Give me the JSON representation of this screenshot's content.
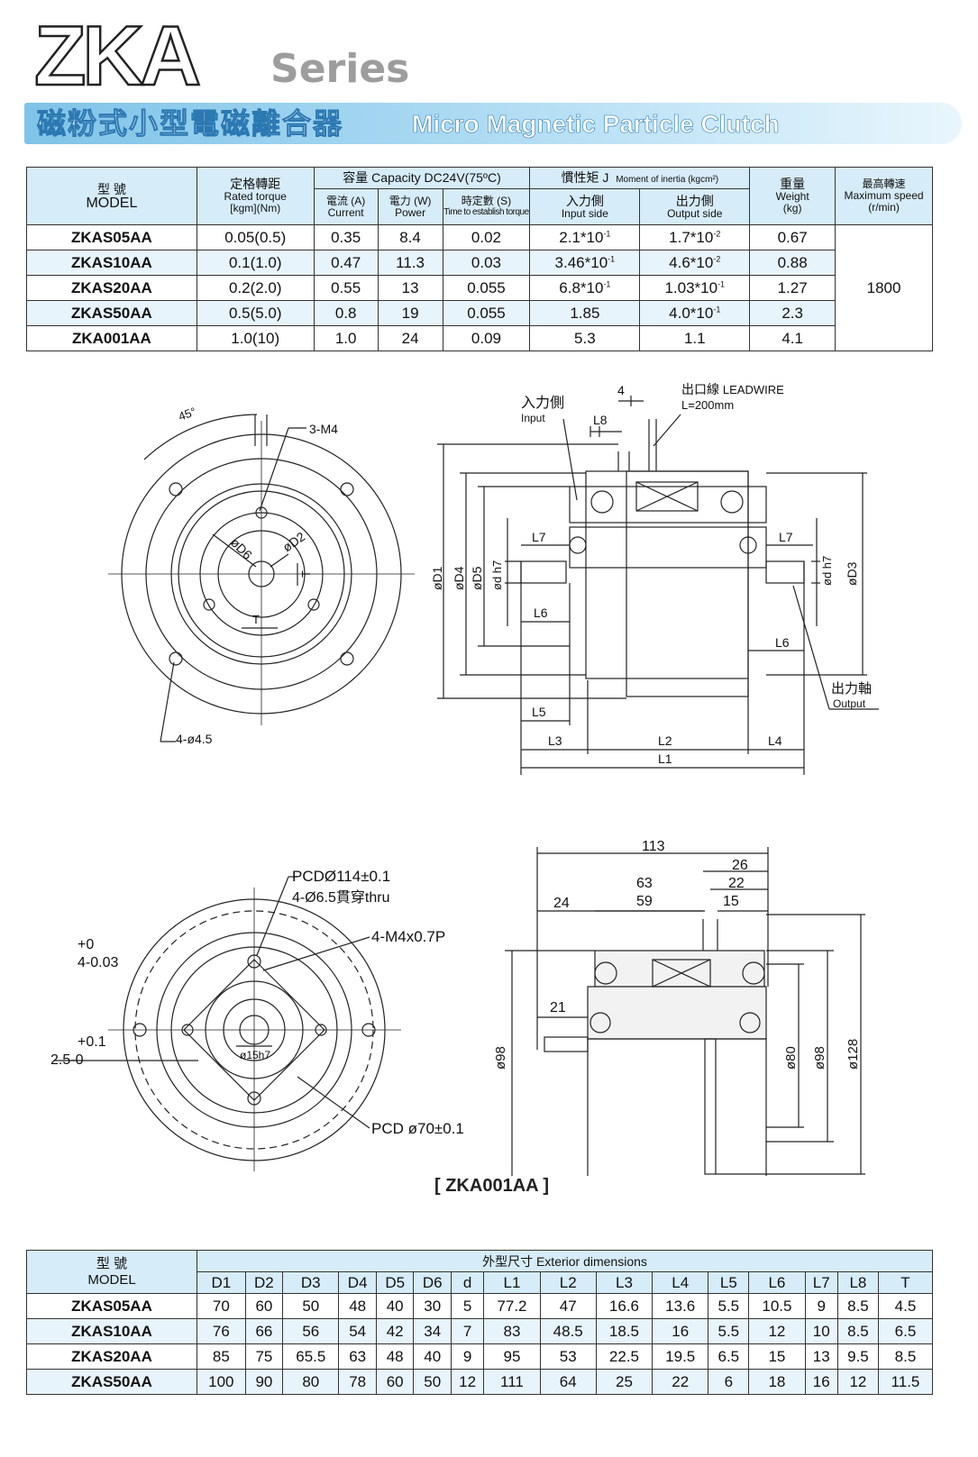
{
  "header": {
    "logo": "ZKA",
    "series_word": "Series",
    "title_cn": "磁粉式小型電磁離合器",
    "title_en": "Micro Magnetic Particle Clutch"
  },
  "spec_table": {
    "h_model_cn": "型 號",
    "h_model_en": "MODEL",
    "h_torque_cn": "定格轉距",
    "h_torque_en": "Rated torque",
    "h_torque_unit": "[kgm](Nm)",
    "h_capacity": "容量 Capacity   DC24V(75ºC)",
    "h_current_cn": "電流 (A)",
    "h_current_en": "Current",
    "h_power_cn": "電力 (W)",
    "h_power_en": "Power",
    "h_time_cn": "時定數 (S)",
    "h_time_en": "Time to establish torque",
    "h_inertia_cn": "慣性矩 J",
    "h_inertia_en": "Moment of inertia (kgcm²)",
    "h_input_cn": "入力側",
    "h_input_en": "Input side",
    "h_output_cn": "出力側",
    "h_output_en": "Output side",
    "h_weight_cn": "重量",
    "h_weight_en": "Weight",
    "h_weight_unit": "(kg)",
    "h_speed_cn": "最高轉速",
    "h_speed_en": "Maximum speed",
    "h_speed_unit": "(r/min)",
    "speed_value": "1800",
    "rows": [
      {
        "model": "ZKAS05AA",
        "torque": "0.05(0.5)",
        "current": "0.35",
        "power": "8.4",
        "time": "0.02",
        "in_base": "2.1*10",
        "in_exp": "-1",
        "out_base": "1.7*10",
        "out_exp": "-2",
        "weight": "0.67"
      },
      {
        "model": "ZKAS10AA",
        "torque": "0.1(1.0)",
        "current": "0.47",
        "power": "11.3",
        "time": "0.03",
        "in_base": "3.46*10",
        "in_exp": "-1",
        "out_base": "4.6*10",
        "out_exp": "-2",
        "weight": "0.88"
      },
      {
        "model": "ZKAS20AA",
        "torque": "0.2(2.0)",
        "current": "0.55",
        "power": "13",
        "time": "0.055",
        "in_base": "6.8*10",
        "in_exp": "-1",
        "out_base": "1.03*10",
        "out_exp": "-1",
        "weight": "1.27"
      },
      {
        "model": "ZKAS50AA",
        "torque": "0.5(5.0)",
        "current": "0.8",
        "power": "19",
        "time": "0.055",
        "in_base": "1.85",
        "in_exp": "",
        "out_base": "4.0*10",
        "out_exp": "-1",
        "weight": "2.3"
      },
      {
        "model": "ZKA001AA",
        "torque": "1.0(10)",
        "current": "1.0",
        "power": "24",
        "time": "0.09",
        "in_base": "5.3",
        "in_exp": "",
        "out_base": "1.1",
        "out_exp": "",
        "weight": "4.1"
      }
    ]
  },
  "drawing1": {
    "angle": "45°",
    "tap": "3-M4",
    "holes": "4-ø4.5",
    "d6": "øD6",
    "d2": "øD2",
    "t": "T",
    "input_cn": "入力側",
    "input_en": "Input",
    "dim4": "4",
    "l8": "L8",
    "lead_cn": "出口線",
    "lead_en": "LEADWIRE",
    "lead_len": "L=200mm",
    "d1": "øD1",
    "d4": "øD4",
    "d5": "øD5",
    "dh7": "ød h7",
    "d3": "øD3",
    "l7": "L7",
    "l6": "L6",
    "l5": "L5",
    "l3": "L3",
    "l2": "L2",
    "l4": "L4",
    "l1": "L1",
    "output_cn": "出力軸",
    "output_en": "Output"
  },
  "drawing2": {
    "pcd114": "PCDØ114±0.1",
    "thru": "4-Ø6.5貫穿thru",
    "m4": "4-M4x0.7P",
    "tol1a": "+0",
    "tol1b": "4-0.03",
    "tol2a": "+0.1",
    "tol2b": "2.5-0",
    "shaft": "ø15h7",
    "pcd70": "PCD ø70±0.1",
    "d113": "113",
    "d26": "26",
    "d63": "63",
    "d22": "22",
    "d24": "24",
    "d59": "59",
    "d15": "15",
    "d21": "21",
    "d98a": "ø98",
    "d80": "ø80",
    "d98b": "ø98",
    "d128": "ø128",
    "caption": "[ ZKA001AA ]"
  },
  "dim_table": {
    "h_model_cn": "型 號",
    "h_model_en": "MODEL",
    "h_ext": "外型尺寸 Exterior dimensions",
    "cols": [
      "D1",
      "D2",
      "D3",
      "D4",
      "D5",
      "D6",
      "d",
      "L1",
      "L2",
      "L3",
      "L4",
      "L5",
      "L6",
      "L7",
      "L8",
      "T"
    ],
    "rows": [
      {
        "model": "ZKAS05AA",
        "v": [
          "70",
          "60",
          "50",
          "48",
          "40",
          "30",
          "5",
          "77.2",
          "47",
          "16.6",
          "13.6",
          "5.5",
          "10.5",
          "9",
          "8.5",
          "4.5"
        ]
      },
      {
        "model": "ZKAS10AA",
        "v": [
          "76",
          "66",
          "56",
          "54",
          "42",
          "34",
          "7",
          "83",
          "48.5",
          "18.5",
          "16",
          "5.5",
          "12",
          "10",
          "8.5",
          "6.5"
        ]
      },
      {
        "model": "ZKAS20AA",
        "v": [
          "85",
          "75",
          "65.5",
          "63",
          "48",
          "40",
          "9",
          "95",
          "53",
          "22.5",
          "19.5",
          "6.5",
          "15",
          "13",
          "9.5",
          "8.5"
        ]
      },
      {
        "model": "ZKAS50AA",
        "v": [
          "100",
          "90",
          "80",
          "78",
          "60",
          "50",
          "12",
          "111",
          "64",
          "25",
          "22",
          "6",
          "18",
          "16",
          "12",
          "11.5"
        ]
      }
    ]
  }
}
